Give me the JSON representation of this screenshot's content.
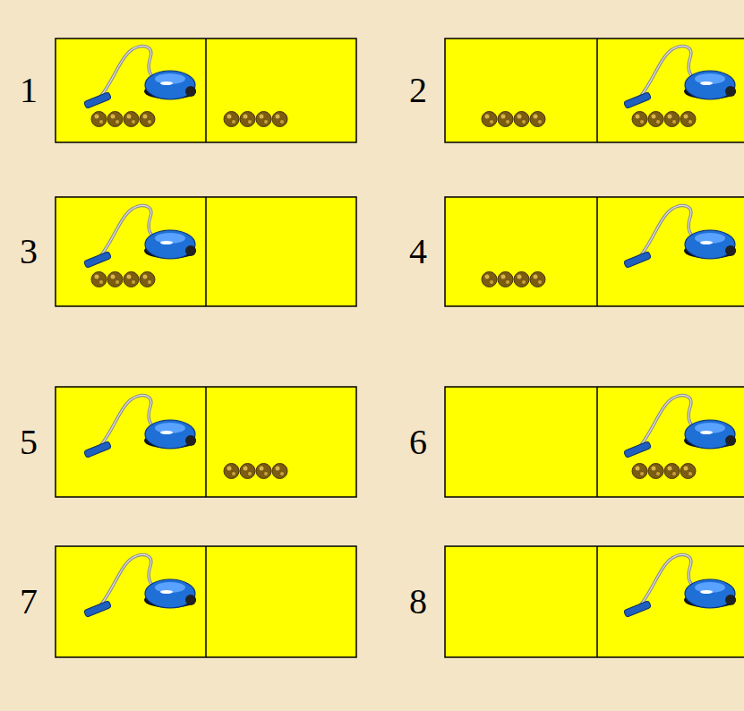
{
  "diagram": {
    "nodes": [
      {
        "text": [
          "1"
        ]
      },
      {
        "text": [
          "2"
        ]
      },
      {
        "text": [
          "3"
        ]
      },
      {
        "text": [
          "4"
        ]
      },
      {
        "text": [
          "5"
        ]
      },
      {
        "text": [
          "6"
        ]
      },
      {
        "text": [
          "7"
        ]
      },
      {
        "text": [
          "8"
        ]
      }
    ]
  }
}
